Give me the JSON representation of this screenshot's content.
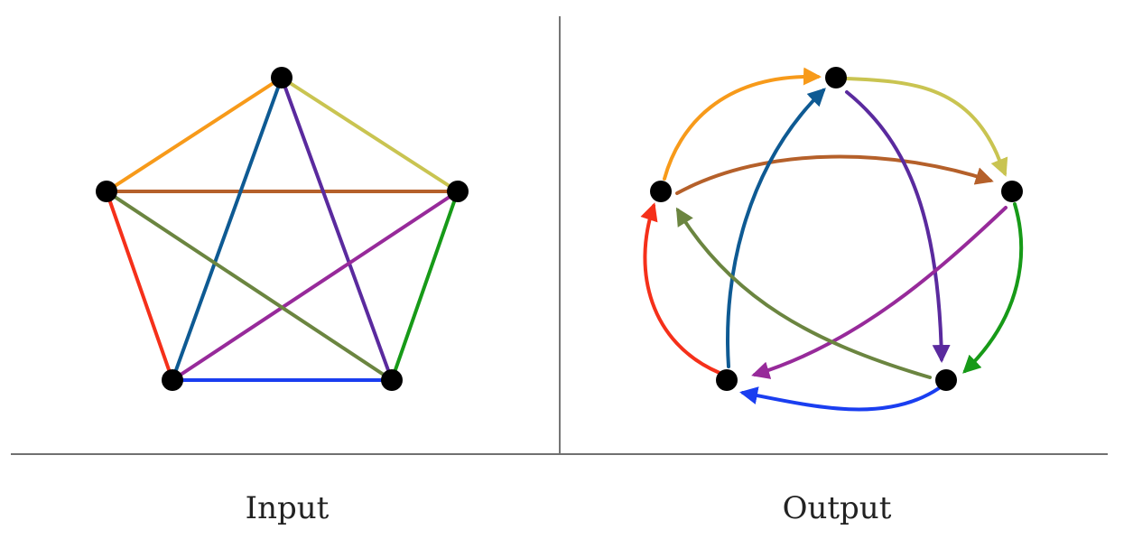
{
  "captions": {
    "input": "Input",
    "output": "Output"
  },
  "colors": {
    "node": "#000000",
    "divider": "#1a1a1a",
    "orange": "#f79a1a",
    "olive_yellow": "#c9c451",
    "brown": "#b5602a",
    "red": "#f5301a",
    "blue_teal": "#0e5a93",
    "indigo": "#5a2a9e",
    "magenta": "#972a9a",
    "olive_green": "#6b8540",
    "green": "#179a18",
    "blue": "#1a3ef0"
  },
  "icons": {
    "node": "filled-circle",
    "arrow_head": "triangle-arrowhead"
  },
  "graph": {
    "nodes": [
      "top",
      "left",
      "right",
      "bottom-left",
      "bottom-right"
    ],
    "input_edges": [
      {
        "from": "top",
        "to": "left",
        "color": "orange"
      },
      {
        "from": "top",
        "to": "right",
        "color": "olive_yellow"
      },
      {
        "from": "left",
        "to": "right",
        "color": "brown"
      },
      {
        "from": "left",
        "to": "bottom-left",
        "color": "red"
      },
      {
        "from": "top",
        "to": "bottom-left",
        "color": "blue_teal"
      },
      {
        "from": "top",
        "to": "bottom-right",
        "color": "indigo"
      },
      {
        "from": "right",
        "to": "bottom-left",
        "color": "magenta"
      },
      {
        "from": "left",
        "to": "bottom-right",
        "color": "olive_green"
      },
      {
        "from": "right",
        "to": "bottom-right",
        "color": "green"
      },
      {
        "from": "bottom-left",
        "to": "bottom-right",
        "color": "blue"
      }
    ],
    "output_arcs": [
      {
        "from": "left",
        "to": "top",
        "color": "orange"
      },
      {
        "from": "top",
        "to": "right",
        "color": "olive_yellow"
      },
      {
        "from": "left",
        "to": "right",
        "color": "brown"
      },
      {
        "from": "bottom-left",
        "to": "left",
        "color": "red"
      },
      {
        "from": "bottom-left",
        "to": "top",
        "color": "blue_teal"
      },
      {
        "from": "top",
        "to": "bottom-right",
        "color": "indigo"
      },
      {
        "from": "right",
        "to": "bottom-left",
        "color": "magenta"
      },
      {
        "from": "bottom-right",
        "to": "left",
        "color": "olive_green"
      },
      {
        "from": "right",
        "to": "bottom-right",
        "color": "green"
      },
      {
        "from": "bottom-right",
        "to": "bottom-left",
        "color": "blue"
      }
    ]
  }
}
